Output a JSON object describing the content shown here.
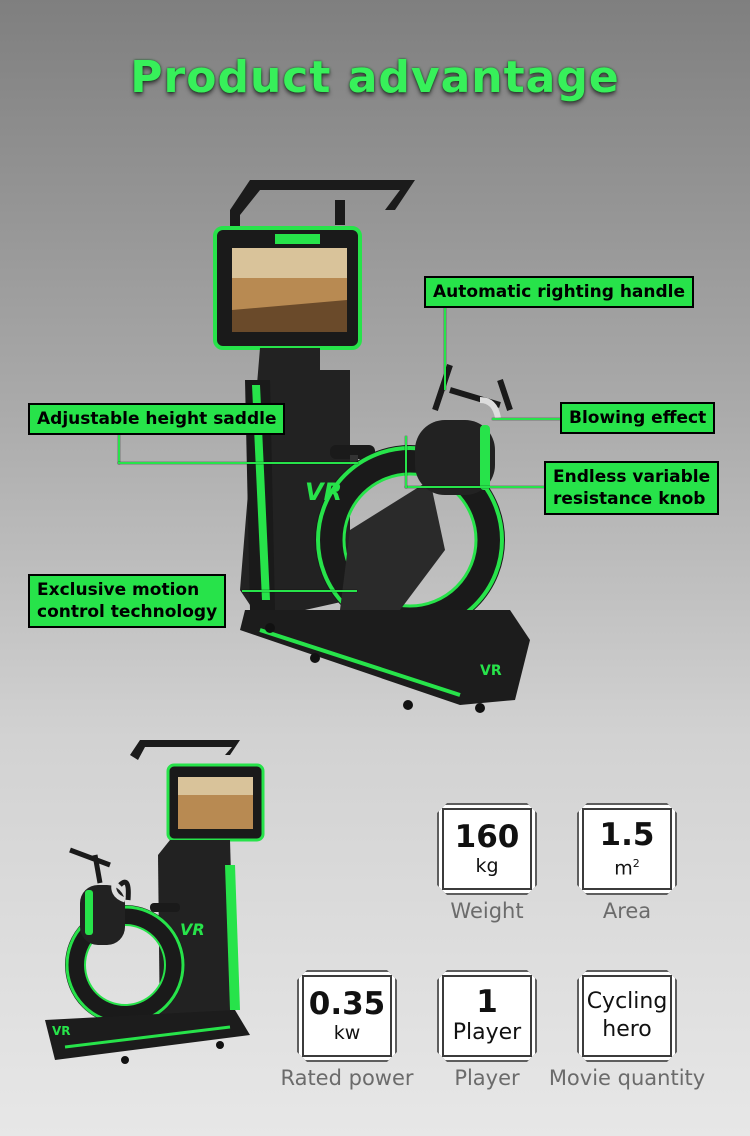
{
  "title": "Product advantage",
  "callouts": {
    "automatic_handle": "Automatic righting handle",
    "adjustable_saddle": "Adjustable height saddle",
    "blowing_effect": "Blowing effect",
    "resistance_knob_line1": "Endless variable",
    "resistance_knob_line2": "resistance knob",
    "motion_control_line1": "Exclusive motion",
    "motion_control_line2": "control technology"
  },
  "machine_logo": "VR",
  "specs": {
    "weight": {
      "value": "160",
      "unit": "kg",
      "caption": "Weight"
    },
    "area": {
      "value": "1.5",
      "unit": "m",
      "unit_sup": "2",
      "caption": "Area"
    },
    "rated_power": {
      "value": "0.35",
      "unit": "kw",
      "caption": "Rated power"
    },
    "player": {
      "value": "1",
      "unit": "Player",
      "caption": "Player"
    },
    "movie": {
      "line1": "Cycling",
      "line2": "hero",
      "caption": "Movie quantity"
    }
  },
  "colors": {
    "accent": "#27e34a",
    "machine": "#1e1e1e"
  }
}
